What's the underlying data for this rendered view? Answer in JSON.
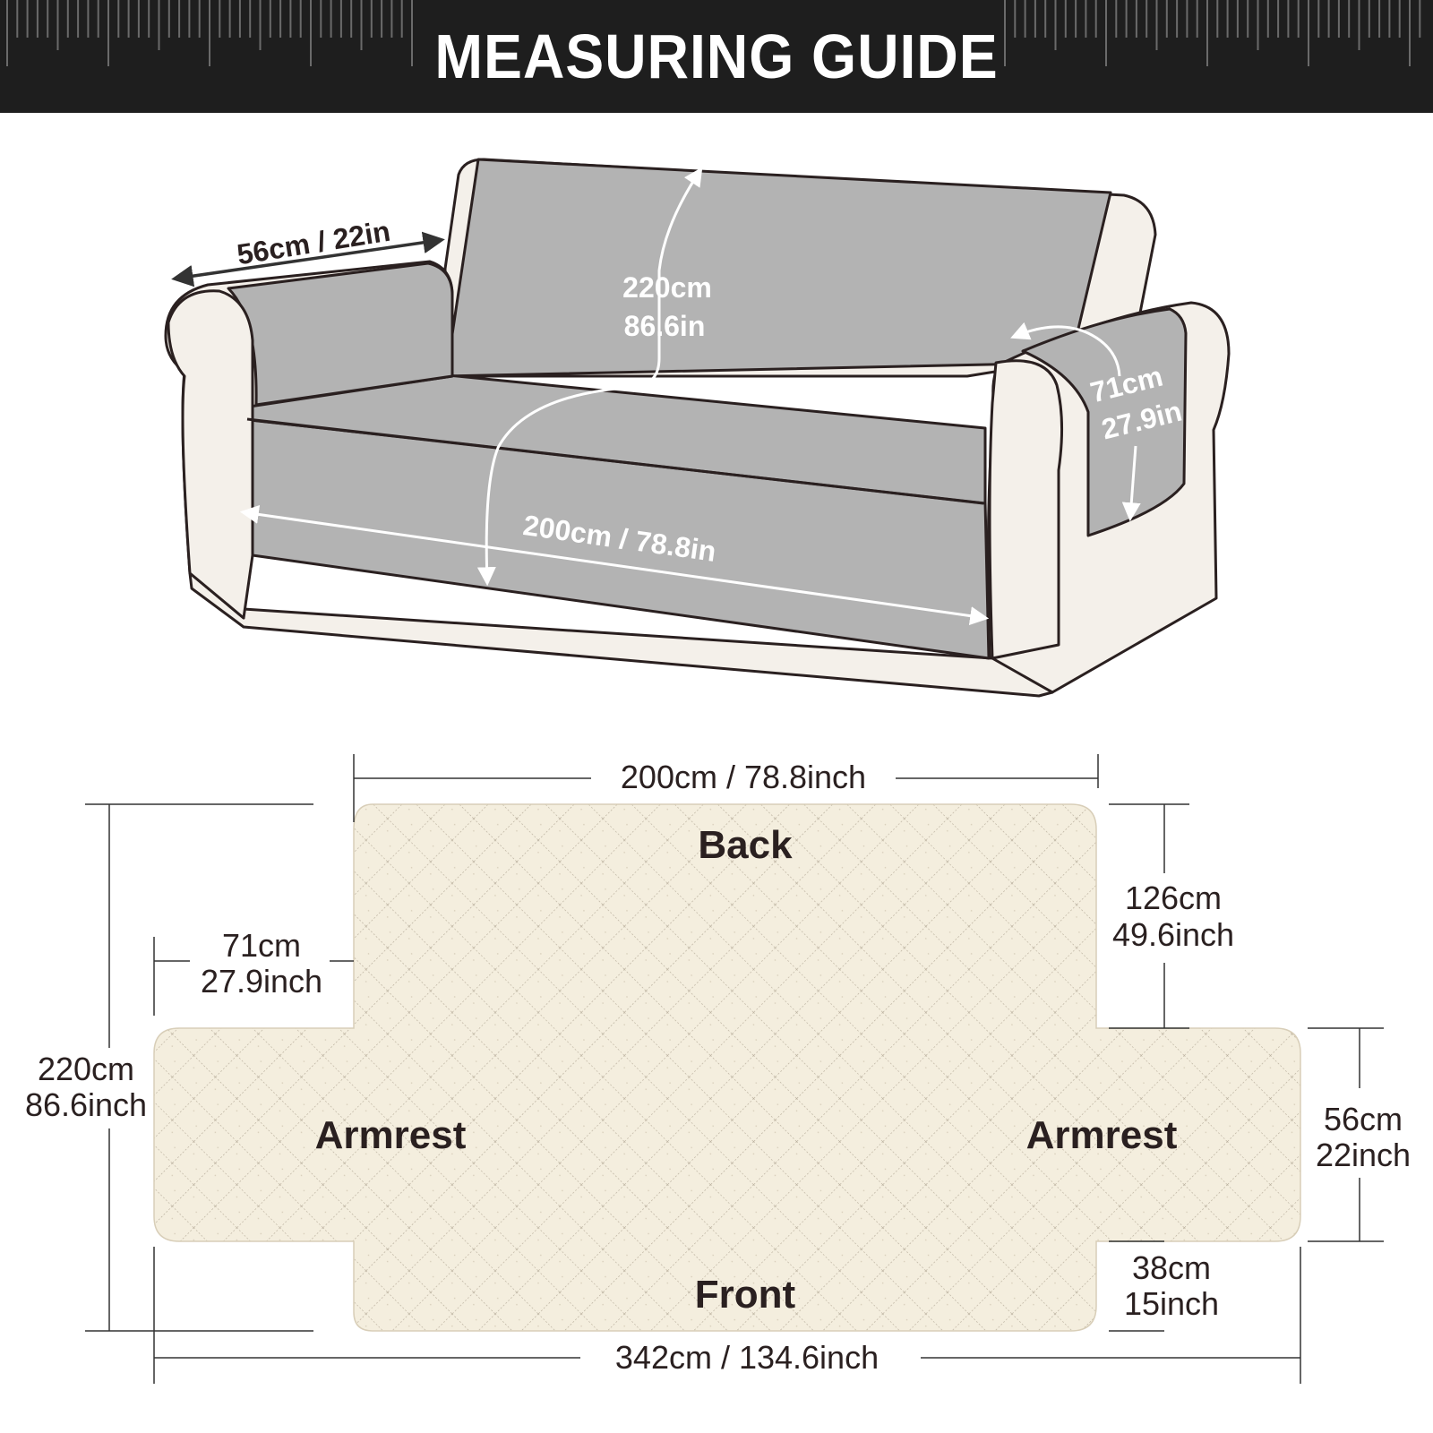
{
  "header": {
    "title": "MEASURING GUIDE"
  },
  "sofa": {
    "arm_depth": "56cm / 22in",
    "height_cm": "220cm",
    "height_in": "86.6in",
    "arm_height_cm": "71cm",
    "arm_height_in": "27.9in",
    "seat_width": "200cm / 78.8in"
  },
  "cover": {
    "width_top": "200cm / 78.8inch",
    "back_label": "Back",
    "front_label": "Front",
    "armrest_left_label": "Armrest",
    "armrest_right_label": "Armrest",
    "back_height_cm": "126cm",
    "back_height_in": "49.6inch",
    "arm_drop_cm": "71cm",
    "arm_drop_in": "27.9inch",
    "total_height_cm": "220cm",
    "total_height_in": "86.6inch",
    "arm_width_cm": "56cm",
    "arm_width_in": "22inch",
    "front_flap_cm": "38cm",
    "front_flap_in": "15inch",
    "total_width": "342cm / 134.6inch"
  },
  "colors": {
    "header_bg": "#1e1e1e",
    "sofa_cover": "#b3b3b3",
    "sofa_frame": "#f4f0ea",
    "cover_fill": "#f4eede",
    "quilt_line": "#b8ae9c"
  }
}
